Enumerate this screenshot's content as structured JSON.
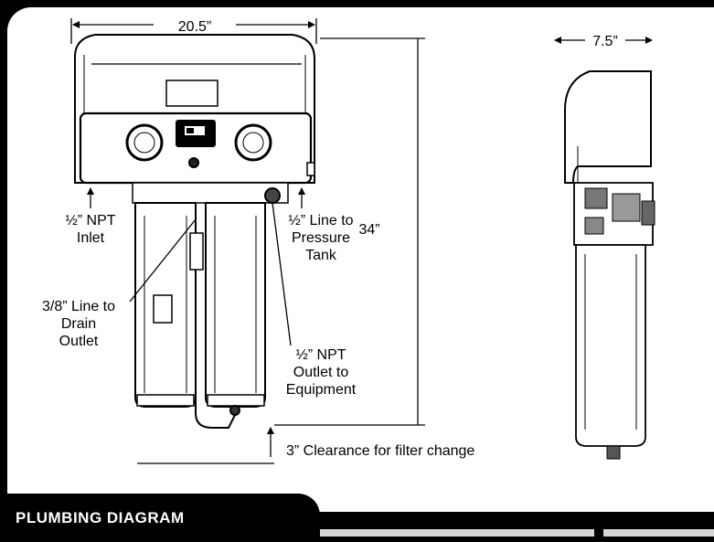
{
  "title": "PLUMBING DIAGRAM",
  "dimensions": {
    "width": "20.5”",
    "height": "34”",
    "depth": "7.5”",
    "clearance": "3” Clearance for filter change"
  },
  "labels": {
    "inlet": [
      "½” NPT",
      "Inlet"
    ],
    "pressure_tank": [
      "½” Line to",
      "Pressure",
      "Tank"
    ],
    "drain": [
      "3/8” Line to",
      "Drain",
      "Outlet"
    ],
    "outlet": [
      "½” NPT",
      "Outlet to",
      "Equipment"
    ]
  }
}
